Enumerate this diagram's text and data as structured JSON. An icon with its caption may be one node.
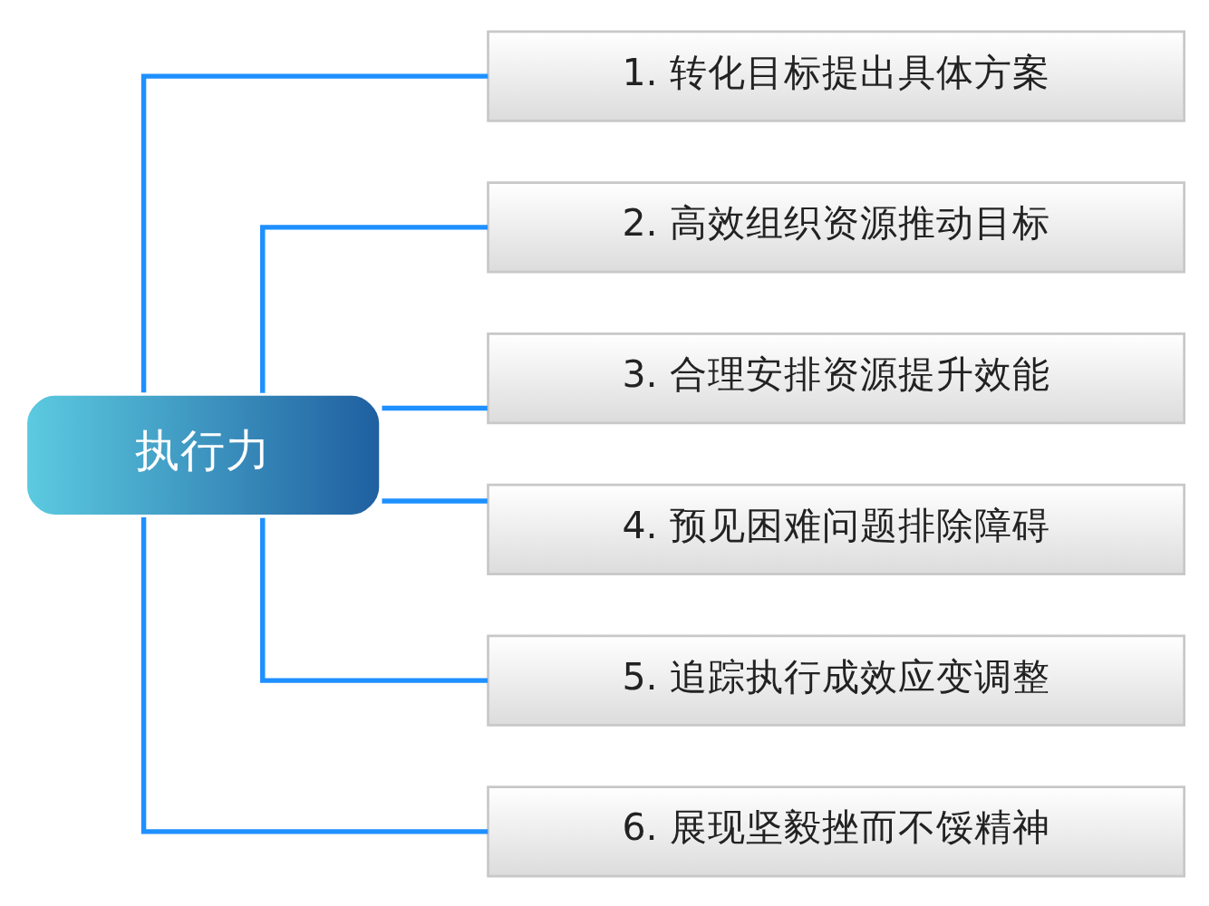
{
  "diagram": {
    "nodes": [
      {
        "text": [
          "执行力"
        ]
      },
      {
        "text": [
          "1. 转化目标提出具体方案"
        ]
      },
      {
        "text": [
          "2. 高效组织资源推动目标"
        ]
      },
      {
        "text": [
          "3. 合理安排资源提升效能"
        ]
      },
      {
        "text": [
          "4. 预见困难问题排除障碍"
        ]
      },
      {
        "text": [
          "5. 追踪执行成效应变调整"
        ]
      },
      {
        "text": [
          "6. 展现坚毅挫而不馁精神"
        ]
      }
    ],
    "edges": [
      {
        "from": 0,
        "to": 1,
        "arrow": "none"
      },
      {
        "from": 0,
        "to": 2,
        "arrow": "none"
      },
      {
        "from": 0,
        "to": 3,
        "arrow": "none"
      },
      {
        "from": 0,
        "to": 4,
        "arrow": "none"
      },
      {
        "from": 0,
        "to": 5,
        "arrow": "none"
      },
      {
        "from": 0,
        "to": 6,
        "arrow": "none"
      }
    ]
  }
}
